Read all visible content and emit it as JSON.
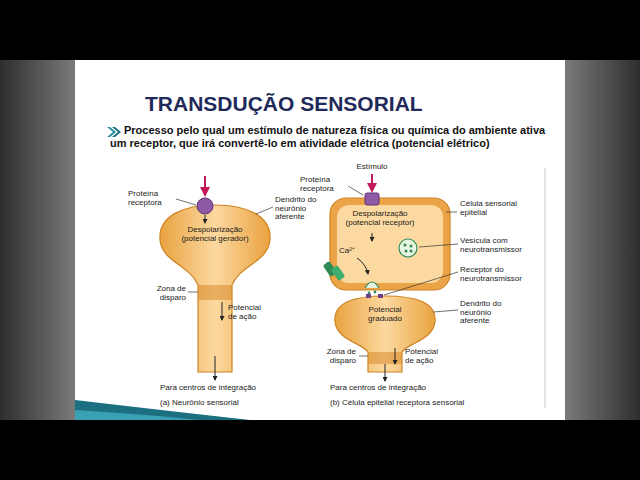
{
  "diagram": {
    "title": "TRANSDUÇÃO SENSORIAL",
    "nodes": [
      {
        "text": [
          "Despolarização (potencial gerador)"
        ]
      },
      {
        "text": [
          "Despolarização (potencial receptor)"
        ]
      },
      {
        "text": [
          "Potencial graduado"
        ]
      }
    ],
    "labels": [
      "Processo pelo qual um estímulo de natureza física ou química do ambiente ativa um receptor, que irá convertê-lo em atividade elétrica (potencial elétrico)",
      "Proteína receptora",
      "Dendrito do neurônio aferente",
      "Zona de disparo",
      "Potencial de ação",
      "Para centros de integração",
      "(a) Neurônio sensorial",
      "Estímulo",
      "Proteína receptora",
      "Célula sensorial epitelial",
      "Ca²⁺",
      "Vesícula com neurotransmissor",
      "Receptor do neurotransmissor",
      "Dendrito do neurônio aferente",
      "Zona de disparo",
      "Potencial de ação",
      "Para centros de integração",
      "(b) Célula epitelial receptora sensorial"
    ]
  }
}
